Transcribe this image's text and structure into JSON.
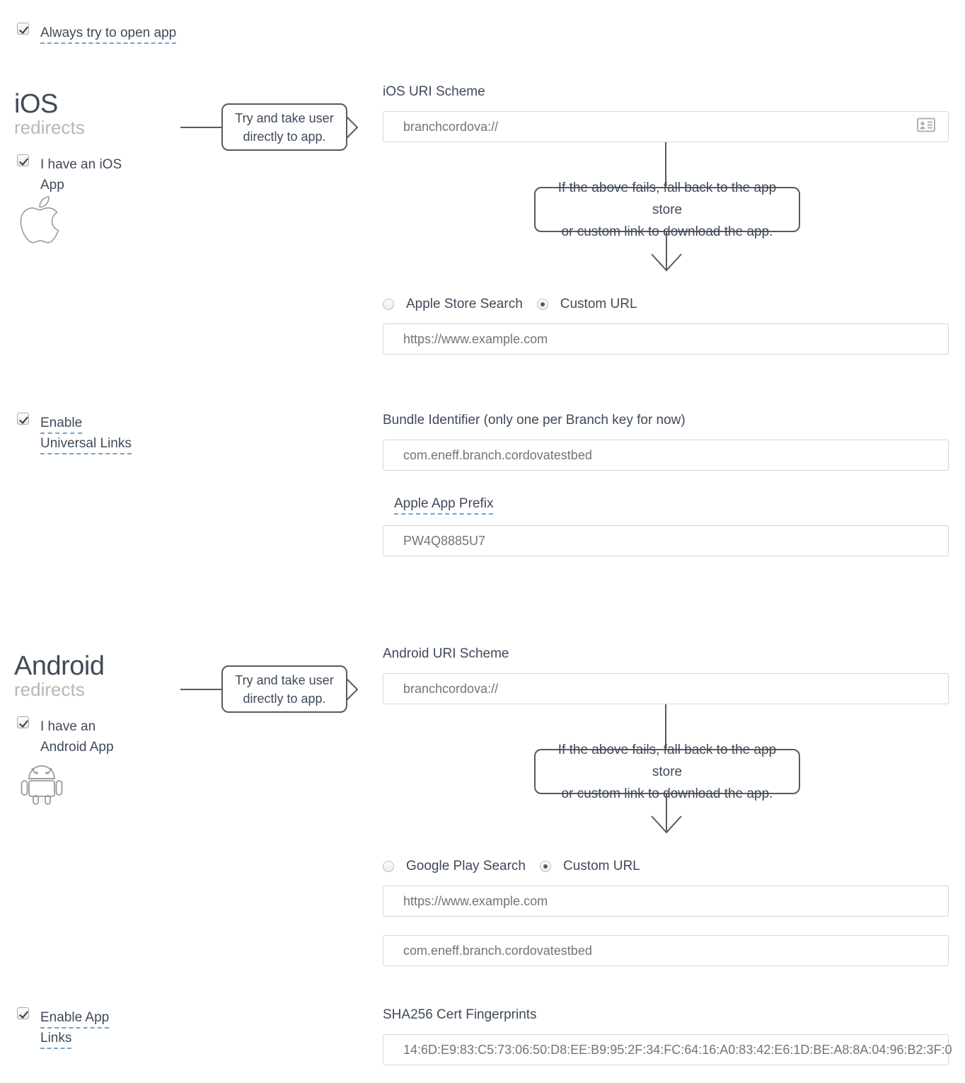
{
  "top": {
    "always_open_label": "Always try to open app",
    "always_open_checked": true
  },
  "ios": {
    "title": "iOS",
    "subtitle": "redirects",
    "have_app_label_line1": "I have an iOS",
    "have_app_label_line2": "App",
    "have_app_checked": true,
    "platform_icon": "apple-logo-icon",
    "flow_note_line1": "Try and take user",
    "flow_note_line2": "directly to app.",
    "uri_label": "iOS URI Scheme",
    "uri_value": "branchcordova://",
    "uri_field_icon": "contact-card-icon",
    "fallback_note_line1": "If the above fails, fall back to the app store",
    "fallback_note_line2": "or custom link to download the app.",
    "store_option_label": "Apple Store Search",
    "store_option_selected": false,
    "custom_option_label": "Custom URL",
    "custom_option_selected": true,
    "custom_url_value": "https://www.example.com",
    "universal_links_label_line1": "Enable",
    "universal_links_label_line2": "Universal Links",
    "universal_links_checked": true,
    "bundle_label": "Bundle Identifier (only one per Branch key for now)",
    "bundle_value": "com.eneff.branch.cordovatestbed",
    "prefix_label": "Apple App Prefix",
    "prefix_value": "PW4Q8885U7"
  },
  "android": {
    "title": "Android",
    "subtitle": "redirects",
    "have_app_label_line1": "I have an",
    "have_app_label_line2": "Android App",
    "have_app_checked": true,
    "platform_icon": "android-robot-icon",
    "flow_note_line1": "Try and take user",
    "flow_note_line2": "directly to app.",
    "uri_label": "Android URI Scheme",
    "uri_value": "branchcordova://",
    "fallback_note_line1": "If the above fails, fall back to the app store",
    "fallback_note_line2": "or custom link to download the app.",
    "store_option_label": "Google Play Search",
    "store_option_selected": false,
    "custom_option_label": "Custom URL",
    "custom_option_selected": true,
    "custom_url_value": "https://www.example.com",
    "package_value": "com.eneff.branch.cordovatestbed",
    "app_links_label_line1": "Enable App",
    "app_links_label_line2": "Links",
    "app_links_checked": true,
    "sha_label": "SHA256 Cert Fingerprints",
    "sha_value": "14:6D:E9:83:C5:73:06:50:D8:EE:B9:95:2F:34:FC:64:16:A0:83:42:E6:1D:BE:A8:8A:04:96:B2:3F:0"
  },
  "colors": {
    "text": "#3f4a5a",
    "muted": "#b7b7b7",
    "input_text": "#747474",
    "input_border": "#d6d6d6",
    "flow_border": "#5a5a5a",
    "dotted_link": "#6aa6d6",
    "icon_gray": "#9a9a9a"
  }
}
